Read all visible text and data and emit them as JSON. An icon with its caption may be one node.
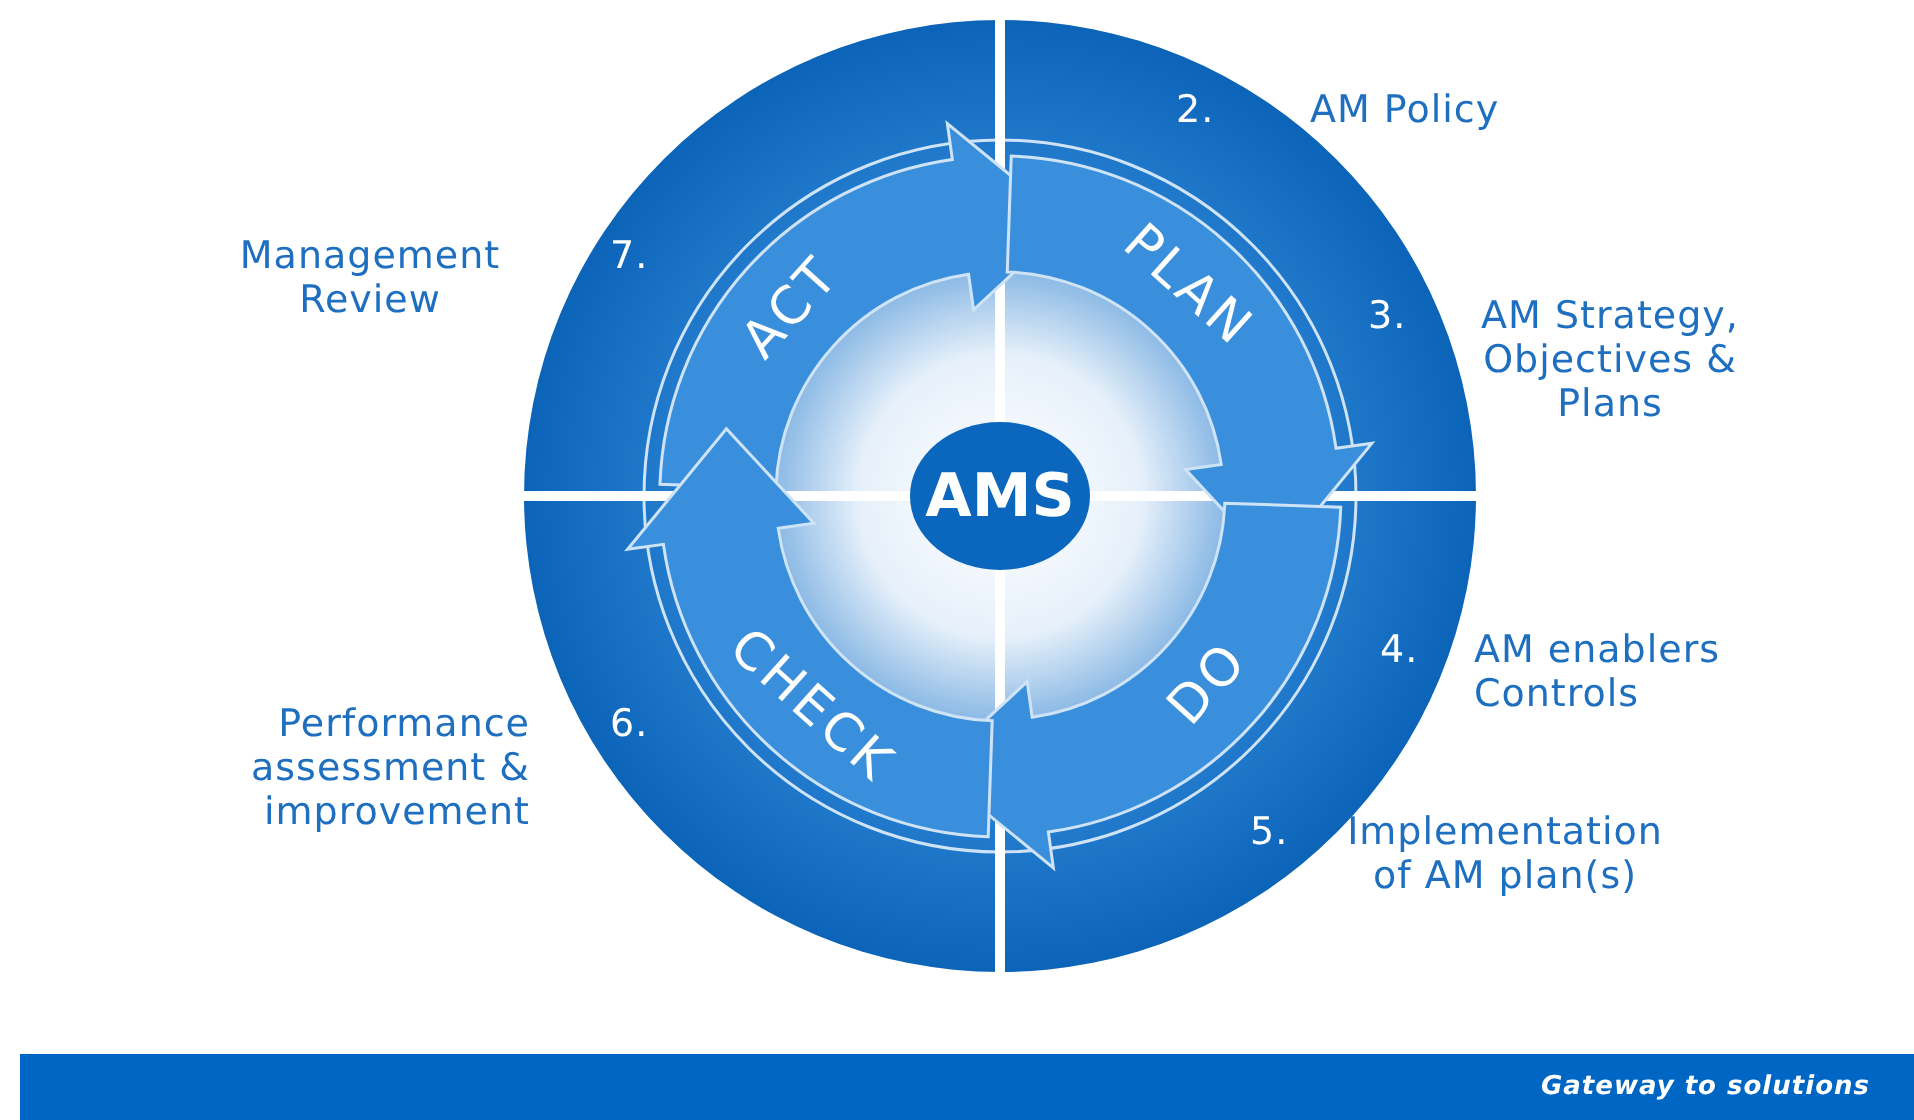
{
  "diagram": {
    "nodes": [
      {
        "text": [
          "AMS"
        ]
      },
      {
        "text": [
          "ACT"
        ]
      },
      {
        "text": [
          "PLAN"
        ]
      },
      {
        "text": [
          "DO"
        ]
      },
      {
        "text": [
          "CHECK"
        ]
      }
    ],
    "labels": [
      "2.",
      "AM Policy",
      "Management Review",
      "7.",
      "3.",
      "AM Strategy, Objectives & Plans",
      "Performance assessment & improvement",
      "6.",
      "4.",
      "AM enablers Controls",
      "5.",
      "Implementation of AM plan(s)",
      "Gateway to solutions"
    ]
  }
}
